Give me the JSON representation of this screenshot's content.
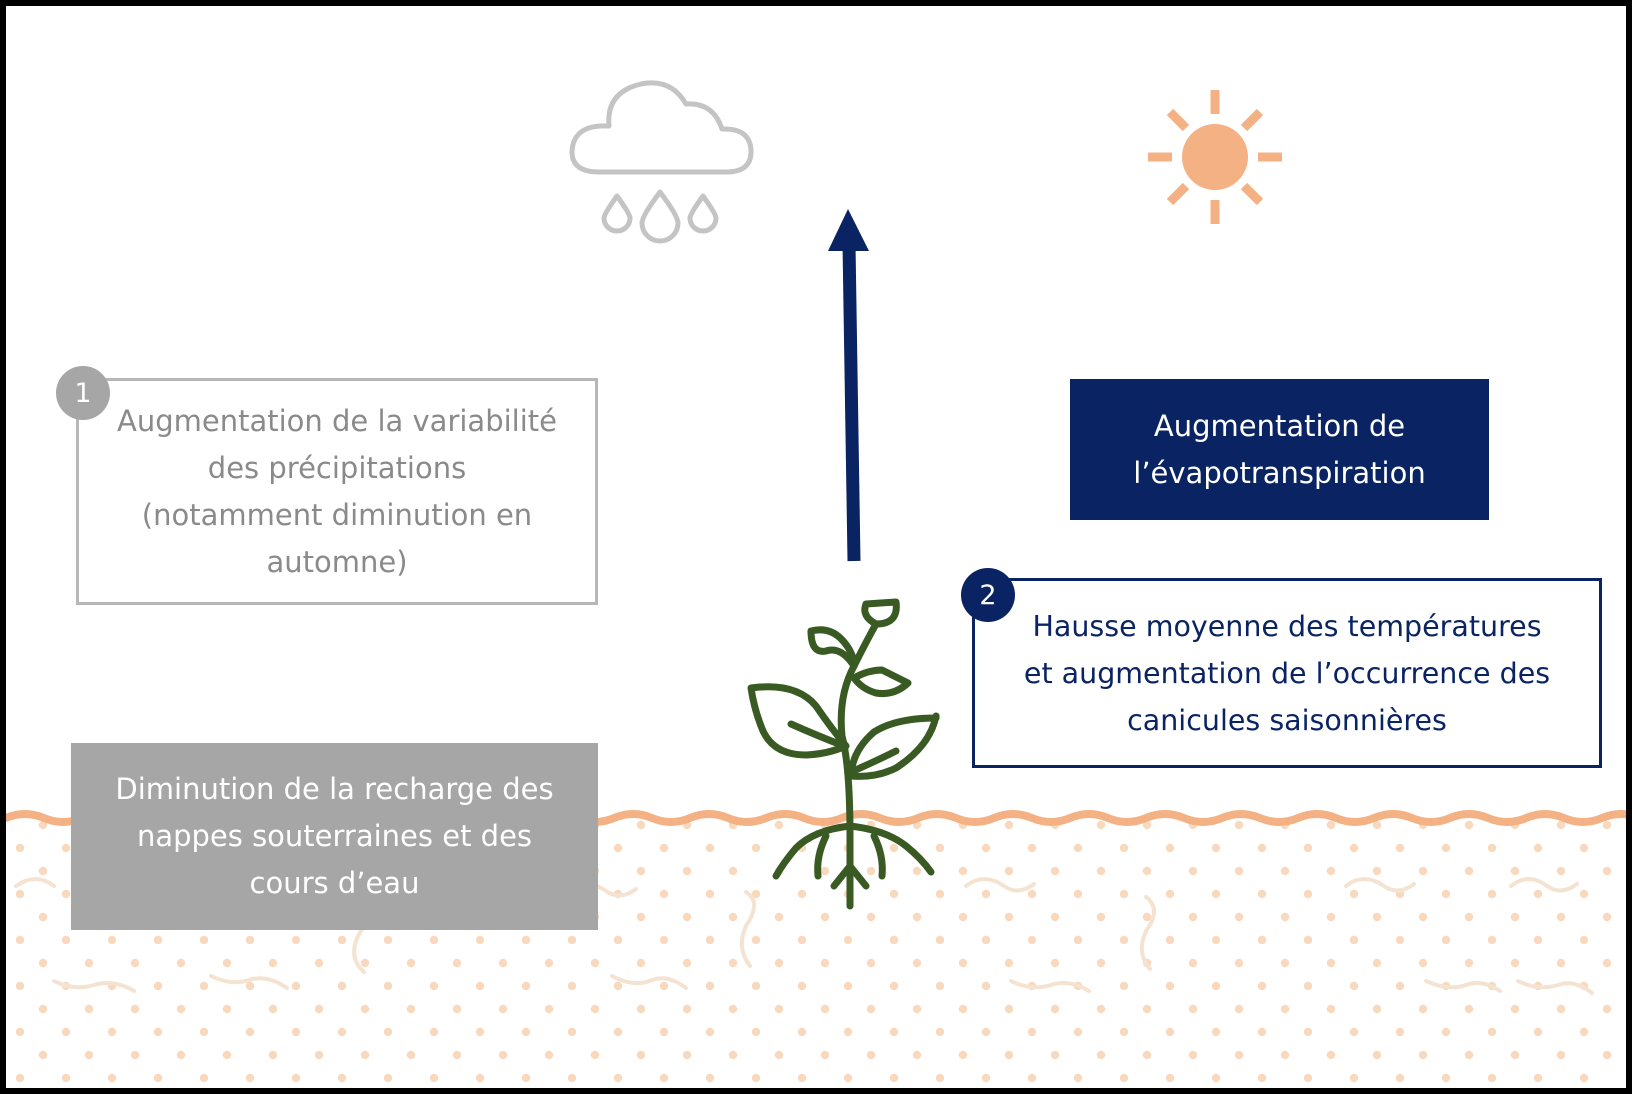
{
  "boxes": {
    "precipitation": {
      "badge": "1",
      "lines": [
        "Augmentation de la variabilité",
        "des précipitations",
        "(notamment diminution en",
        "automne)"
      ]
    },
    "recharge": {
      "lines": [
        "Diminution de la recharge des",
        "nappes souterraines et des",
        "cours d’eau"
      ]
    },
    "evapotranspiration": {
      "lines": [
        "Augmentation de",
        "l’évapotranspiration"
      ]
    },
    "temperature": {
      "badge": "2",
      "lines": [
        "Hausse moyenne des températures",
        "et augmentation de l’occurrence des",
        "canicules saisonnières"
      ]
    }
  },
  "icons": [
    "rain-cloud-icon",
    "sun-icon",
    "plant-icon",
    "up-arrow-icon"
  ],
  "colors": {
    "navy": "#0a2463",
    "grey_text": "#8a8a8a",
    "grey_fill": "#a6a6a6",
    "sun": "#f4b183",
    "soil_line": "#f4b183",
    "soil_dots": "#f8d9bd",
    "plant": "#3a5a24"
  }
}
